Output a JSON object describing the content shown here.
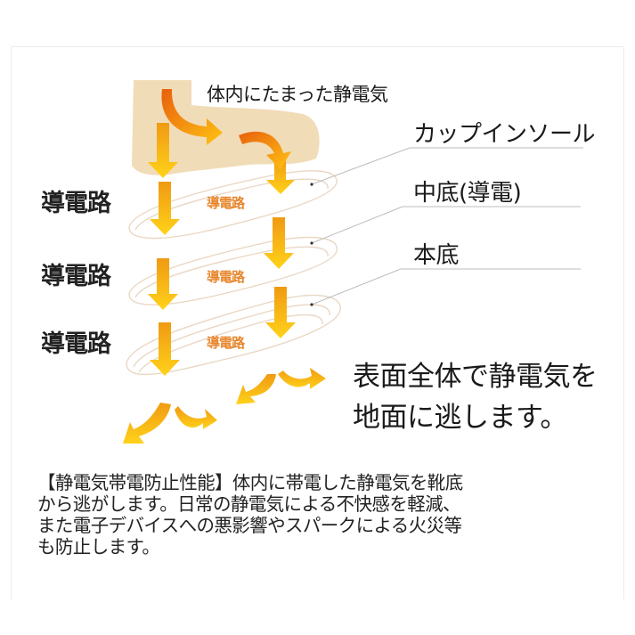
{
  "diagram": {
    "title": "体内にたまった静電気",
    "left_labels": [
      "導電路",
      "導電路",
      "導電路"
    ],
    "inner_labels": [
      "導電路",
      "導電路",
      "導電路"
    ],
    "layers": [
      {
        "label": "カップインソール"
      },
      {
        "label": "中底(導電)"
      },
      {
        "label": "本底"
      }
    ],
    "summary_lines": [
      "表面全体で静電気を",
      "地面に逃します。"
    ],
    "colors": {
      "foot": "#f1dcb8",
      "arrow_dark": "#ee7a10",
      "arrow_light": "#ffd21a",
      "inner_label": "#e8862c",
      "sole_outline": "#e9d7c3",
      "leader_line": "#bdbdbd"
    },
    "icons": [
      "foot-silhouette",
      "down-arrow",
      "curved-arrow",
      "insole-outline"
    ]
  },
  "description": {
    "lines": [
      "【静電気帯電防止性能】体内に帯電した静電気を靴底",
      "から逃がします。日常の静電気による不快感を軽減、",
      "また電子デバイスへの悪影響やスパークによる火災等",
      "も防止します。"
    ]
  }
}
